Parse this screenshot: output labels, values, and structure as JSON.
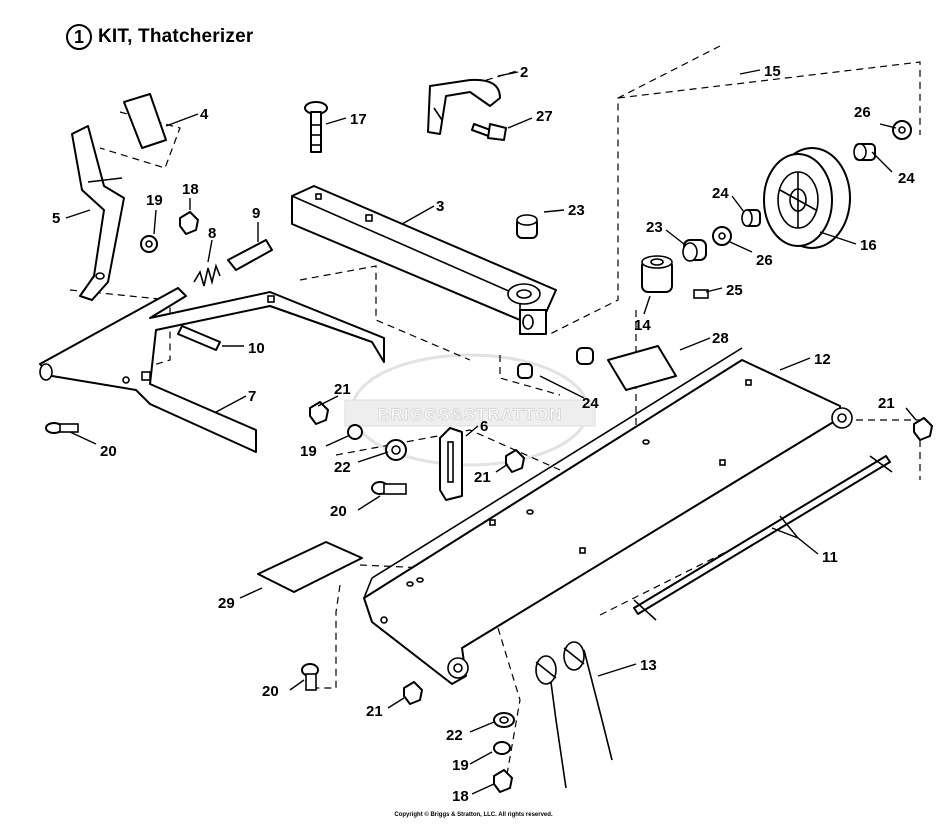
{
  "title": {
    "number": "1",
    "text": "KIT, Thatcherizer"
  },
  "watermark": "BRIGGS&STRATTON",
  "copyright": "Copyright © Briggs & Stratton, LLC. All rights reserved.",
  "callouts": {
    "c2": "2",
    "c3": "3",
    "c4": "4",
    "c5": "5",
    "c6": "6",
    "c7": "7",
    "c8": "8",
    "c9": "9",
    "c10": "10",
    "c11": "11",
    "c12": "12",
    "c13": "13",
    "c14": "14",
    "c15": "15",
    "c16": "16",
    "c17": "17",
    "c18a": "18",
    "c18b": "18",
    "c19a": "19",
    "c19b": "19",
    "c19c": "19",
    "c20a": "20",
    "c20b": "20",
    "c20c": "20",
    "c21a": "21",
    "c21b": "21",
    "c21c": "21",
    "c21d": "21",
    "c22a": "22",
    "c22b": "22",
    "c23a": "23",
    "c23b": "23",
    "c24a": "24",
    "c24b": "24",
    "c24c": "24",
    "c25": "25",
    "c26a": "26",
    "c26b": "26",
    "c27": "27",
    "c28": "28",
    "c29": "29"
  }
}
